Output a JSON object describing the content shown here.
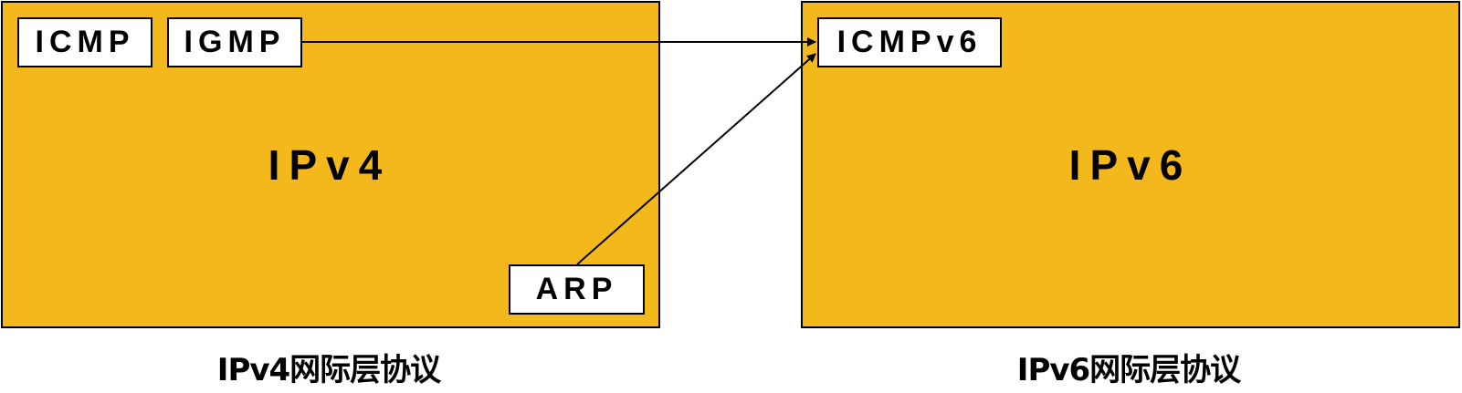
{
  "colors": {
    "panel_fill": "#F3B81B",
    "box_fill": "#FFFFFF",
    "stroke": "#000000"
  },
  "ipv4": {
    "center_label": "IPv4",
    "caption": "IPv4网际层协议",
    "protocols": {
      "icmp": "ICMP",
      "igmp": "IGMP",
      "arp": "ARP"
    }
  },
  "ipv6": {
    "center_label": "IPv6",
    "caption": "IPv6网际层协议",
    "protocols": {
      "icmpv6": "ICMPv6"
    }
  },
  "edges": [
    {
      "from": "IGMP",
      "to": "ICMPv6"
    },
    {
      "from": "ARP",
      "to": "ICMPv6"
    }
  ]
}
